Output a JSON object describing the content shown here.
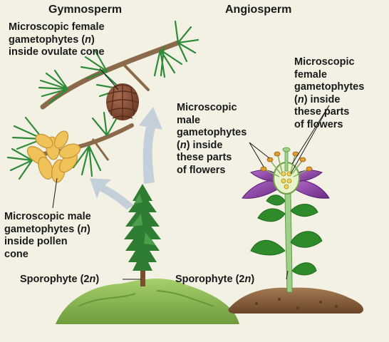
{
  "headings": {
    "gymnosperm": "Gymnosperm",
    "angiosperm": "Angiosperm"
  },
  "gymnosperm_labels": {
    "female": [
      "Microscopic female",
      "gametophytes (|n|)",
      "inside ovulate cone"
    ],
    "male": [
      "Microscopic male",
      "gametophytes (|n|)",
      "inside pollen",
      "cone"
    ],
    "sporophyte": [
      "Sporophyte (2|n|)"
    ]
  },
  "angiosperm_labels": {
    "male": [
      "Microscopic",
      "male",
      "gametophytes",
      "(|n|) inside",
      "these parts",
      "of flowers"
    ],
    "female": [
      "Microscopic",
      "female",
      "gametophytes",
      "(|n|) inside",
      "these parts",
      "of flowers"
    ],
    "sporophyte": [
      "Sporophyte (2|n|)"
    ]
  },
  "colors": {
    "background": "#f3f1e4",
    "arrow": "#c3cfd9",
    "pine_needle": "#2f8a3a",
    "branch": "#8a6a4a",
    "cone": "#8a5138",
    "pollen_cone": "#f0c25a",
    "hill": "#8fbf5a",
    "soil": "#8a5f3c",
    "stem": "#9fd08a",
    "leaf": "#2e8a2a",
    "petal": "#8a3fa0",
    "text": "#1a1a1a"
  }
}
